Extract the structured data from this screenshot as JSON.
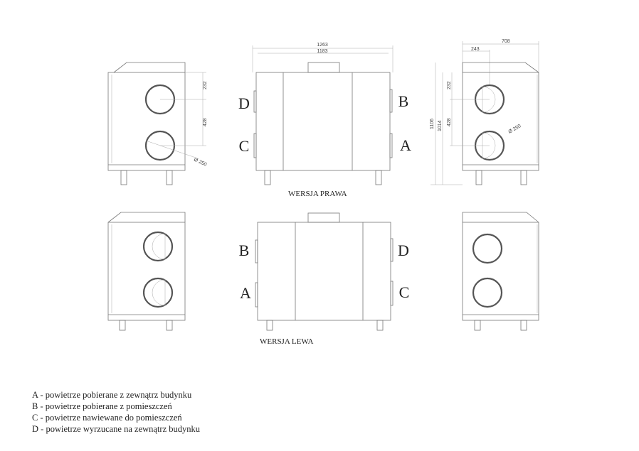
{
  "dimensions": {
    "total_length": "1263",
    "body_length": "1183",
    "total_width": "708",
    "duct_offset": "243",
    "total_height": "1106",
    "body_height": "1014",
    "top_to_duct": "232",
    "duct_spacing": "428",
    "duct_diameter": "Ø 250"
  },
  "ports_prawa": {
    "top_left": "D",
    "bottom_left": "C",
    "top_right": "B",
    "bottom_right": "A"
  },
  "ports_lewa": {
    "top_left": "B",
    "bottom_left": "A",
    "top_right": "D",
    "bottom_right": "C"
  },
  "versions": {
    "right": "WERSJA PRAWA",
    "left": "WERSJA LEWA"
  },
  "legend": [
    "A - powietrze pobierane z zewnątrz budynku",
    "B - powietrze pobierane z pomieszczeń",
    "C - powietrze nawiewane do pomieszczeń",
    "D - powietrze wyrzucane na zewnątrz budynku"
  ]
}
